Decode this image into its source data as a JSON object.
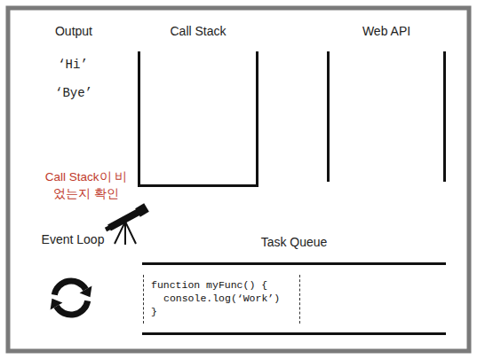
{
  "diagram": {
    "nodes": [
      {
        "text": [
          "Call Stack"
        ]
      },
      {
        "text": [
          "Web API"
        ]
      },
      {
        "text": [
          "Task Queue"
        ]
      },
      {
        "text": [
          "function myFunc() {",
          "console.log(‘Work’)",
          "}"
        ],
        "in": 2
      }
    ],
    "labels": [
      "Output",
      "‘Hi’",
      "‘Bye’",
      "Call Stack이 비었는지 확인",
      "Event Loop"
    ]
  }
}
